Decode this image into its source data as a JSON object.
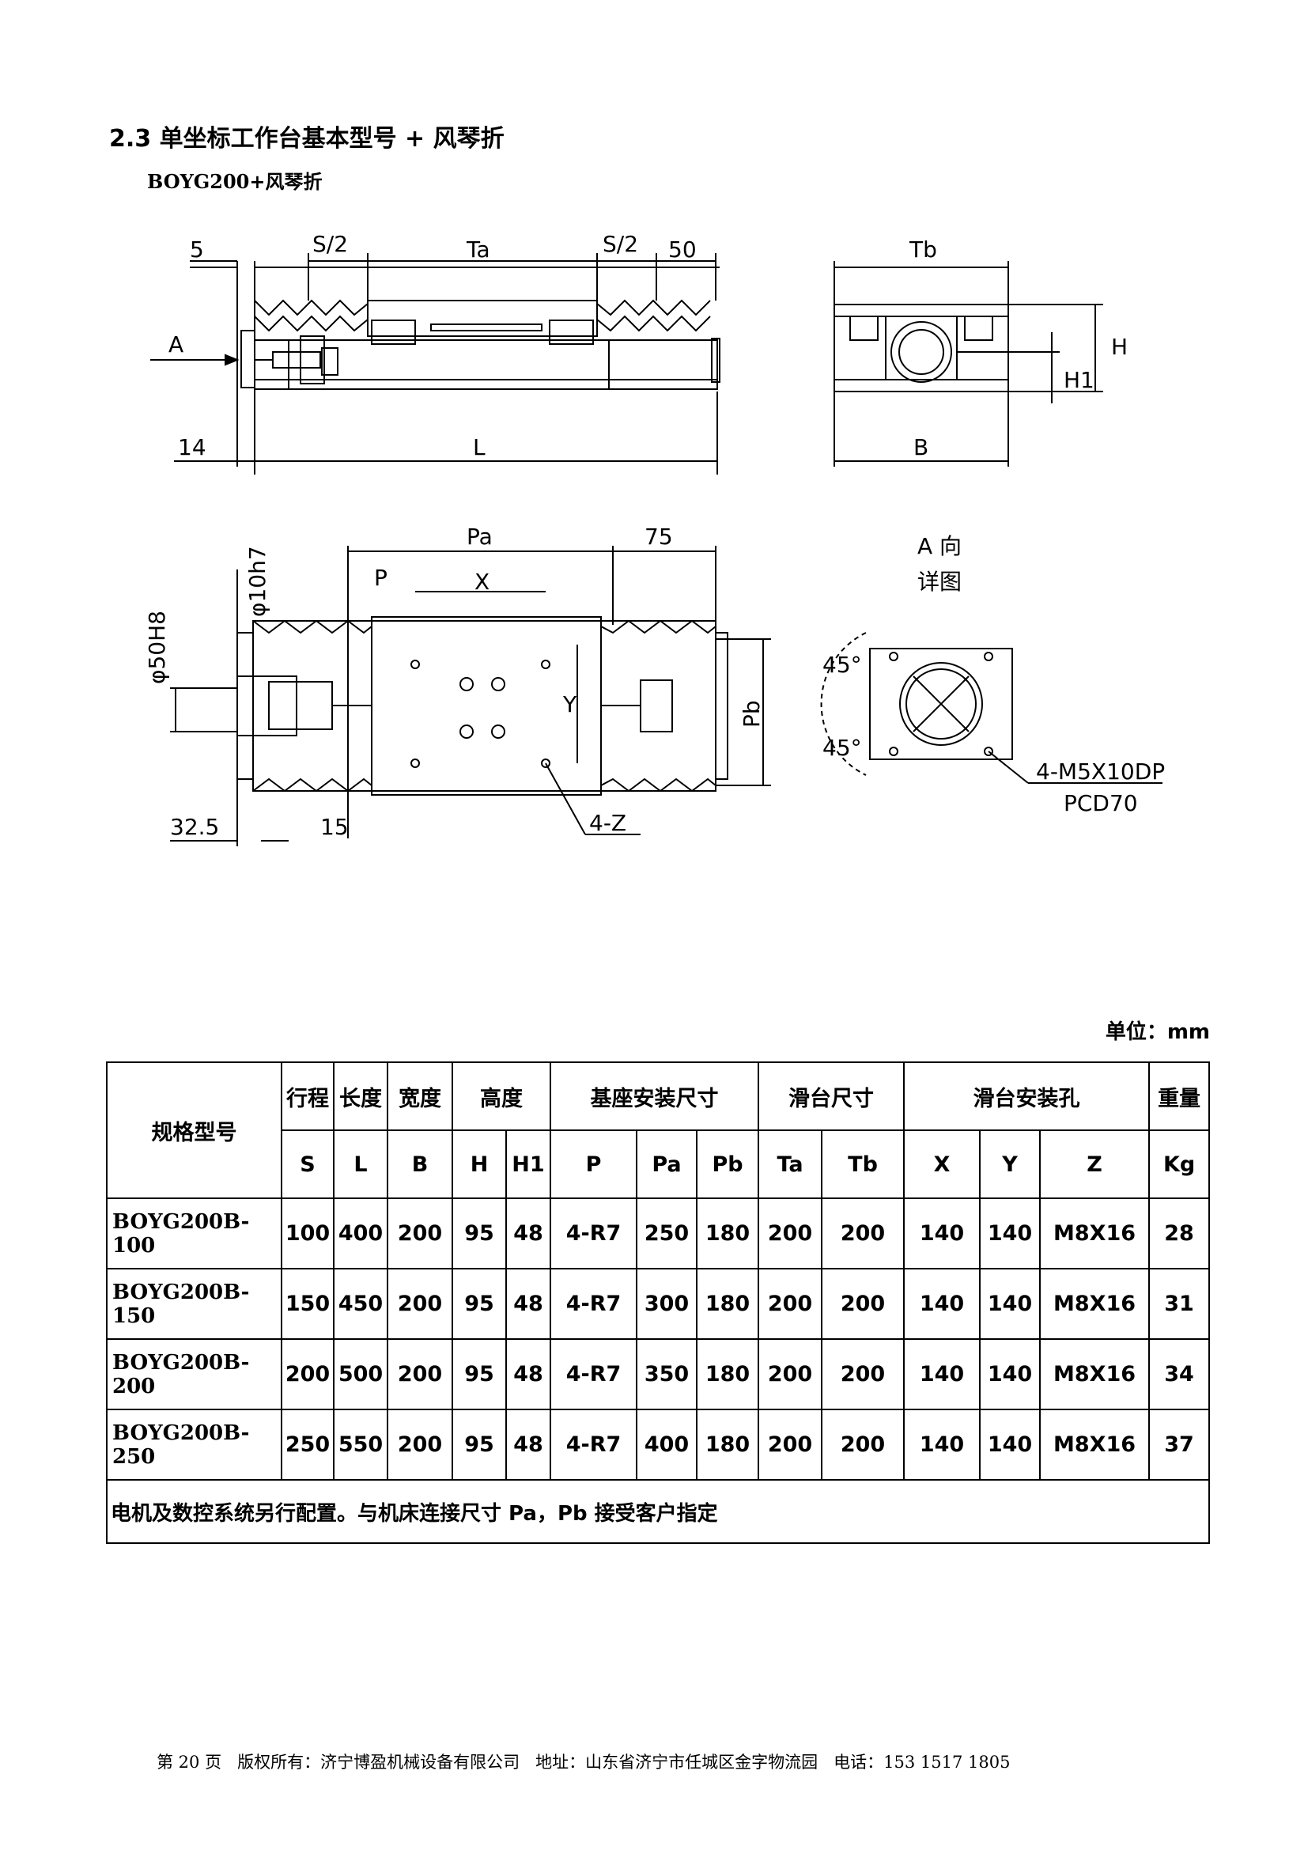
{
  "section_title": "2.3 单坐标工作台基本型号 + 风琴折",
  "model_title": "BOYG200+风琴折",
  "drawing_labels": {
    "d5": "5",
    "s2a": "S/2",
    "ta": "Ta",
    "s2b": "S/2",
    "d50": "50",
    "tb": "Tb",
    "h": "H",
    "h1": "H1",
    "arrow_a": "A",
    "d14": "14",
    "l": "L",
    "b": "B",
    "pa": "Pa",
    "d75": "75",
    "a_view": "A 向",
    "detail": "详图",
    "phi10": "φ10h7",
    "p": "P",
    "x": "X",
    "phi50": "φ50H8",
    "y": "Y",
    "pb": "Pb",
    "d45a": "45°",
    "d45b": "45°",
    "m5": "4-M5X10DP",
    "pcd": "PCD70",
    "d325": "32.5",
    "d15": "15",
    "z4": "4-Z"
  },
  "unit_label": "单位：mm",
  "table": {
    "model_header": "规格型号",
    "group_headers": [
      "行程",
      "长度",
      "宽度",
      "高度",
      "基座安装尺寸",
      "滑台尺寸",
      "滑台安装孔",
      "重量"
    ],
    "sub_headers": [
      "S",
      "L",
      "B",
      "H",
      "H1",
      "P",
      "Pa",
      "Pb",
      "Ta",
      "Tb",
      "X",
      "Y",
      "Z",
      "Kg"
    ],
    "rows": [
      {
        "model": "BOYG200B-100",
        "values": [
          "100",
          "400",
          "200",
          "95",
          "48",
          "4-R7",
          "250",
          "180",
          "200",
          "200",
          "140",
          "140",
          "M8X16",
          "28"
        ]
      },
      {
        "model": "BOYG200B-150",
        "values": [
          "150",
          "450",
          "200",
          "95",
          "48",
          "4-R7",
          "300",
          "180",
          "200",
          "200",
          "140",
          "140",
          "M8X16",
          "31"
        ]
      },
      {
        "model": "BOYG200B-200",
        "values": [
          "200",
          "500",
          "200",
          "95",
          "48",
          "4-R7",
          "350",
          "180",
          "200",
          "200",
          "140",
          "140",
          "M8X16",
          "34"
        ]
      },
      {
        "model": "BOYG200B-250",
        "values": [
          "250",
          "550",
          "200",
          "95",
          "48",
          "4-R7",
          "400",
          "180",
          "200",
          "200",
          "140",
          "140",
          "M8X16",
          "37"
        ]
      }
    ],
    "note": "电机及数控系统另行配置。与机床连接尺寸 Pa，Pb 接受客户指定"
  },
  "footer": "第 20 页   版权所有：济宁博盈机械设备有限公司   地址：山东省济宁市任城区金字物流园   电话：153 1517 1805"
}
